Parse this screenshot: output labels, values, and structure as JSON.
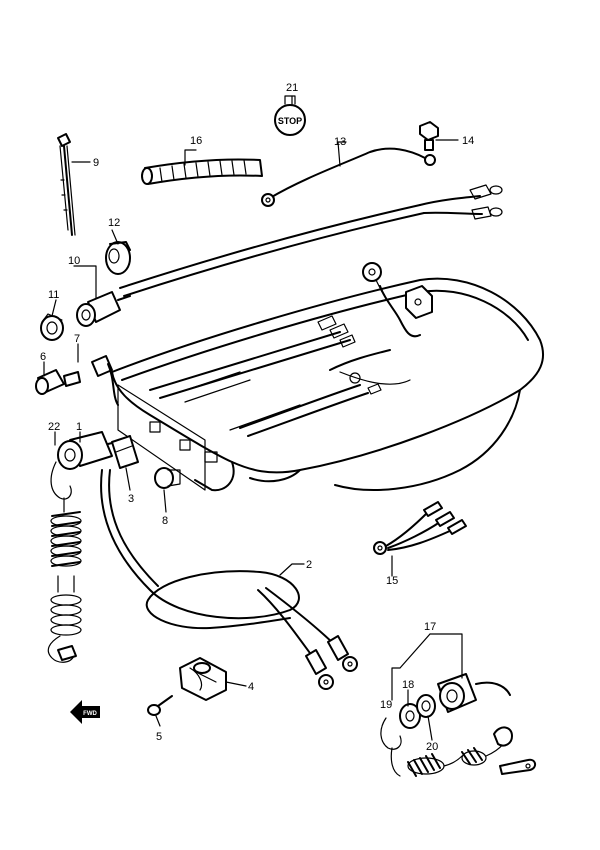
{
  "diagram": {
    "stop_label": "STOP",
    "fwd_label": "FWD",
    "callouts": [
      {
        "id": "c1",
        "text": "1"
      },
      {
        "id": "c2",
        "text": "2"
      },
      {
        "id": "c3",
        "text": "3"
      },
      {
        "id": "c4",
        "text": "4"
      },
      {
        "id": "c5",
        "text": "5"
      },
      {
        "id": "c6",
        "text": "6"
      },
      {
        "id": "c7",
        "text": "7"
      },
      {
        "id": "c8",
        "text": "8"
      },
      {
        "id": "c9",
        "text": "9"
      },
      {
        "id": "c10",
        "text": "10"
      },
      {
        "id": "c11",
        "text": "11"
      },
      {
        "id": "c12",
        "text": "12"
      },
      {
        "id": "c13",
        "text": "13"
      },
      {
        "id": "c14",
        "text": "14"
      },
      {
        "id": "c15",
        "text": "15"
      },
      {
        "id": "c16",
        "text": "16"
      },
      {
        "id": "c17",
        "text": "17"
      },
      {
        "id": "c18",
        "text": "18"
      },
      {
        "id": "c19",
        "text": "19"
      },
      {
        "id": "c20",
        "text": "20"
      },
      {
        "id": "c21",
        "text": "21"
      },
      {
        "id": "c22",
        "text": "22"
      }
    ]
  }
}
